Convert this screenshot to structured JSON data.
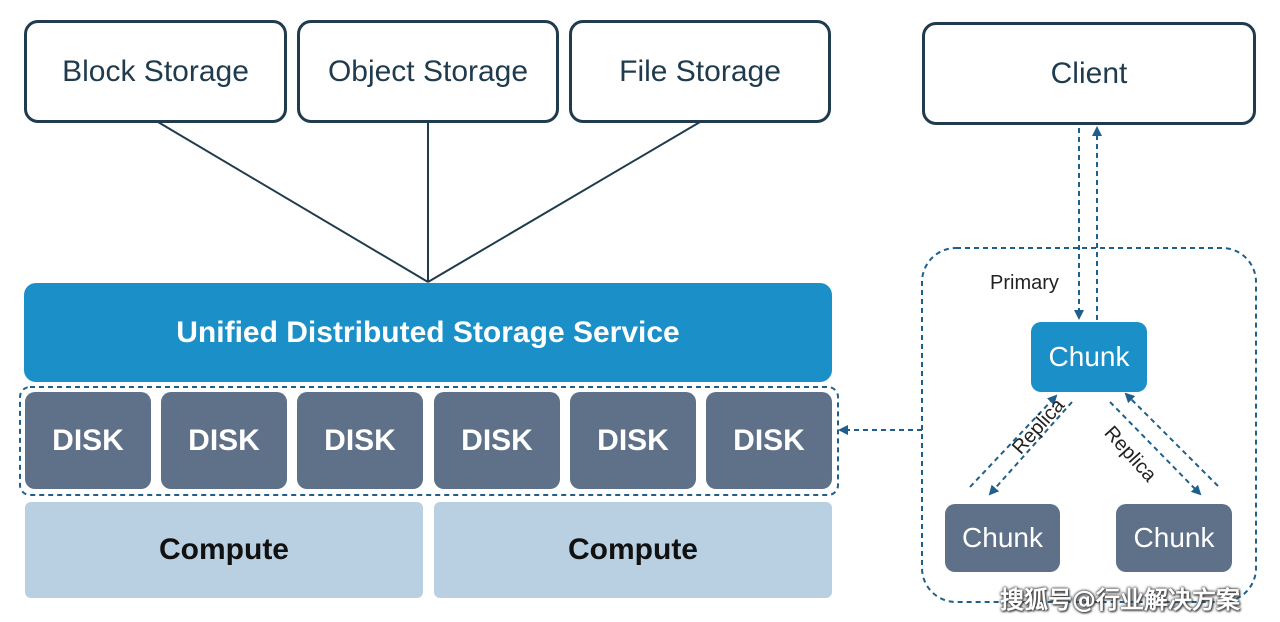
{
  "storage_types": {
    "block": "Block Storage",
    "object": "Object Storage",
    "file": "File Storage"
  },
  "service": "Unified Distributed Storage Service",
  "disks": [
    "DISK",
    "DISK",
    "DISK",
    "DISK",
    "DISK",
    "DISK"
  ],
  "compute": [
    "Compute",
    "Compute"
  ],
  "replication": {
    "client": "Client",
    "primary_label": "Primary",
    "primary_chunk": "Chunk",
    "replica_label_left": "Replica",
    "replica_label_right": "Replica",
    "replica_chunk_left": "Chunk",
    "replica_chunk_right": "Chunk"
  },
  "watermark": "搜狐号@行业解决方案",
  "colors": {
    "service_blue": "#1a8fc8",
    "disk_slate": "#5f7189",
    "compute_light": "#b9cfe2",
    "outline_navy": "#1f3b4d"
  }
}
